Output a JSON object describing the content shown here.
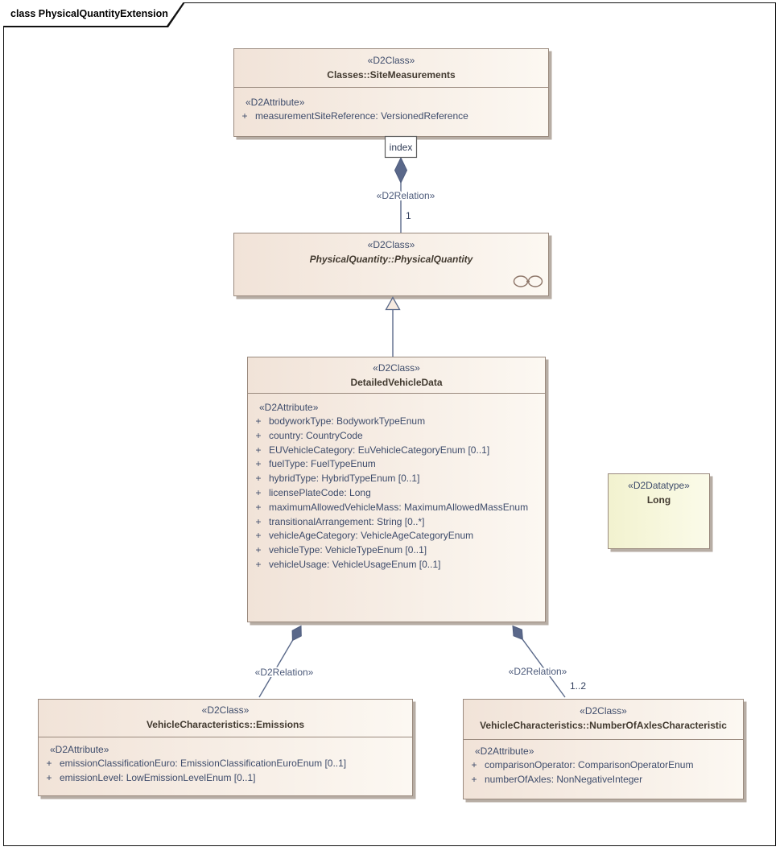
{
  "diagram": {
    "title": "class PhysicalQuantityExtension"
  },
  "colors": {
    "class_fill_left": "#f1e3d8",
    "class_fill_right": "#fcf8f2",
    "datatype_fill_left": "#f2f2cf",
    "datatype_fill_right": "#fbfbe9",
    "box_border": "#9a8a7e",
    "box_shadow": "#b7ada4",
    "connector": "#5b6a8a",
    "stereotype_text": "#3e4c6b",
    "class_name_text": "#423a30"
  },
  "classes": {
    "site_measurements": {
      "stereotype": "«D2Class»",
      "name": "Classes::SiteMeasurements",
      "attr_stereotype": "«D2Attribute»",
      "attributes": [
        {
          "vis": "+",
          "text": "measurementSiteReference: VersionedReference"
        }
      ]
    },
    "physical_quantity": {
      "stereotype": "«D2Class»",
      "name": "PhysicalQuantity::PhysicalQuantity"
    },
    "detailed_vehicle_data": {
      "stereotype": "«D2Class»",
      "name": "DetailedVehicleData",
      "attr_stereotype": "«D2Attribute»",
      "attributes": [
        {
          "vis": "+",
          "text": "bodyworkType: BodyworkTypeEnum"
        },
        {
          "vis": "+",
          "text": "country: CountryCode"
        },
        {
          "vis": "+",
          "text": "EUVehicleCategory: EuVehicleCategoryEnum [0..1]"
        },
        {
          "vis": "+",
          "text": "fuelType: FuelTypeEnum"
        },
        {
          "vis": "+",
          "text": "hybridType: HybridTypeEnum [0..1]"
        },
        {
          "vis": "+",
          "text": "licensePlateCode: Long"
        },
        {
          "vis": "+",
          "text": "maximumAllowedVehicleMass: MaximumAllowedMassEnum"
        },
        {
          "vis": "+",
          "text": "transitionalArrangement: String [0..*]"
        },
        {
          "vis": "+",
          "text": "vehicleAgeCategory: VehicleAgeCategoryEnum"
        },
        {
          "vis": "+",
          "text": "vehicleType: VehicleTypeEnum [0..1]"
        },
        {
          "vis": "+",
          "text": "vehicleUsage: VehicleUsageEnum [0..1]"
        }
      ]
    },
    "long_datatype": {
      "stereotype": "«D2Datatype»",
      "name": "Long"
    },
    "emissions": {
      "stereotype": "«D2Class»",
      "name": "VehicleCharacteristics::Emissions",
      "attr_stereotype": "«D2Attribute»",
      "attributes": [
        {
          "vis": "+",
          "text": "emissionClassificationEuro: EmissionClassificationEuroEnum [0..1]"
        },
        {
          "vis": "+",
          "text": "emissionLevel: LowEmissionLevelEnum [0..1]"
        }
      ]
    },
    "number_of_axles": {
      "stereotype": "«D2Class»",
      "name": "VehicleCharacteristics::NumberOfAxlesCharacteristic",
      "attr_stereotype": "«D2Attribute»",
      "attributes": [
        {
          "vis": "+",
          "text": "comparisonOperator: ComparisonOperatorEnum"
        },
        {
          "vis": "+",
          "text": "numberOfAxles: NonNegativeInteger"
        }
      ]
    }
  },
  "relations": {
    "index_anchor": {
      "label": "index"
    },
    "site_composition": {
      "stereotype": "«D2Relation»",
      "target_multiplicity": "1"
    },
    "emissions_composition": {
      "stereotype": "«D2Relation»"
    },
    "axles_composition": {
      "stereotype": "«D2Relation»",
      "target_multiplicity": "1..2"
    }
  }
}
